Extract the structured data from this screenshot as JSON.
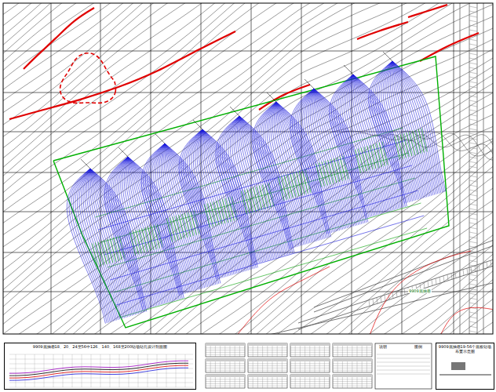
{
  "diagram": {
    "nodes": [
      {
        "text": [
          "9909底抽巷18、20、24至56中126、140、168至200钻场钻孔设计剖面图"
        ]
      },
      {
        "text": [
          "9909底抽巷19-56个底板钻场布置示意图"
        ]
      }
    ],
    "labels": [
      "9909底抽巷",
      "说明",
      "图例"
    ]
  }
}
